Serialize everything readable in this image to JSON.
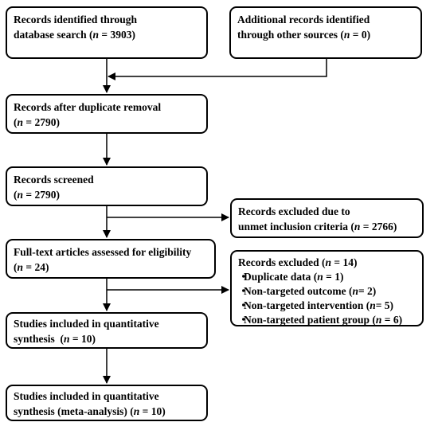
{
  "boxes": {
    "identified": {
      "line1": "Records identified through",
      "line2_pre": "database search (",
      "n_var": "n",
      "line2_post": " = 3903)"
    },
    "additional": {
      "line1": "Additional records identified",
      "line2_pre": "through other sources (",
      "n_var": "n",
      "line2_post": " = 0)"
    },
    "after_duplicates": {
      "line1": "Records after duplicate removal",
      "line2_pre": "(",
      "n_var": "n",
      "line2_post": " = 2790)"
    },
    "screened": {
      "line1": "Records screened",
      "line2_pre": "(",
      "n_var": "n",
      "line2_post": " = 2790)"
    },
    "excluded_criteria": {
      "line1": "Records excluded due to",
      "line2_pre": "unmet inclusion criteria (",
      "n_var": "n",
      "line2_post": " = 2766)"
    },
    "full_text": {
      "line1": "Full-text articles assessed for eligibility",
      "line2_pre": "(",
      "n_var": "n",
      "line2_post": " = 24)"
    },
    "excluded_reasons": {
      "line1_pre": "Records excluded (",
      "n_var": "n",
      "line1_post": " = 14)",
      "bullet": "・",
      "items": [
        {
          "pre": "Duplicate data (",
          "n_var": "n",
          "post": " = 1)"
        },
        {
          "pre": "Non-targeted outcome (",
          "n_var": "n",
          "post": "= 2)"
        },
        {
          "pre": "Non-targeted intervention (",
          "n_var": "n",
          "post": "= 5)"
        },
        {
          "pre": "Non-targeted patient group (",
          "n_var": "n",
          "post": " = 6)"
        }
      ]
    },
    "included_quant": {
      "line1": "Studies included in quantitative",
      "line2_pre": "synthesis  (",
      "n_var": "n",
      "line2_post": " = 10)"
    },
    "included_meta": {
      "line1": "Studies included in quantitative",
      "line2_pre": "synthesis (meta-analysis) (",
      "n_var": "n",
      "line2_post": " = 10)"
    }
  }
}
